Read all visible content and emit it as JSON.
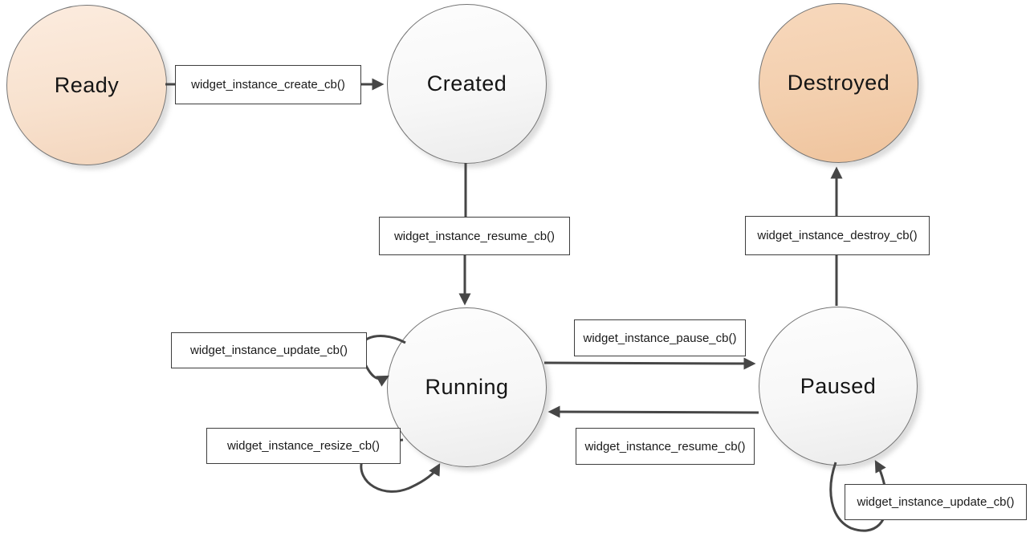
{
  "diagram": {
    "type": "state-diagram",
    "background": "#ffffff",
    "colors": {
      "arrow": "#464646",
      "state_border": "#757575",
      "label_box_border": "#3d3d3d",
      "label_box_bg": "#ffffff",
      "text": "#151515",
      "ready_fill_top": "#fcecdf",
      "ready_fill_bottom": "#f3d5bc",
      "destroyed_fill_top": "#f7d8bc",
      "destroyed_fill_bottom": "#efc39c",
      "plain_state_fill_top": "#fdfdfd",
      "plain_state_fill_bottom": "#ebebeb"
    },
    "states": [
      {
        "id": "ready",
        "label": "Ready"
      },
      {
        "id": "created",
        "label": "Created"
      },
      {
        "id": "destroyed",
        "label": "Destroyed"
      },
      {
        "id": "running",
        "label": "Running"
      },
      {
        "id": "paused",
        "label": "Paused"
      }
    ],
    "transitions": [
      {
        "from": "Ready",
        "to": "Created",
        "label": "widget_instance_create_cb()"
      },
      {
        "from": "Created",
        "to": "Running",
        "label": "widget_instance_resume_cb()"
      },
      {
        "from": "Running",
        "to": "Paused",
        "label": "widget_instance_pause_cb()"
      },
      {
        "from": "Paused",
        "to": "Running",
        "label": "widget_instance_resume_cb()"
      },
      {
        "from": "Paused",
        "to": "Destroyed",
        "label": "widget_instance_destroy_cb()"
      },
      {
        "from": "Running",
        "to": "Running",
        "label": "widget_instance_update_cb()"
      },
      {
        "from": "Running",
        "to": "Running",
        "label": "widget_instance_resize_cb()"
      },
      {
        "from": "Paused",
        "to": "Paused",
        "label": "widget_instance_update_cb()"
      }
    ]
  }
}
